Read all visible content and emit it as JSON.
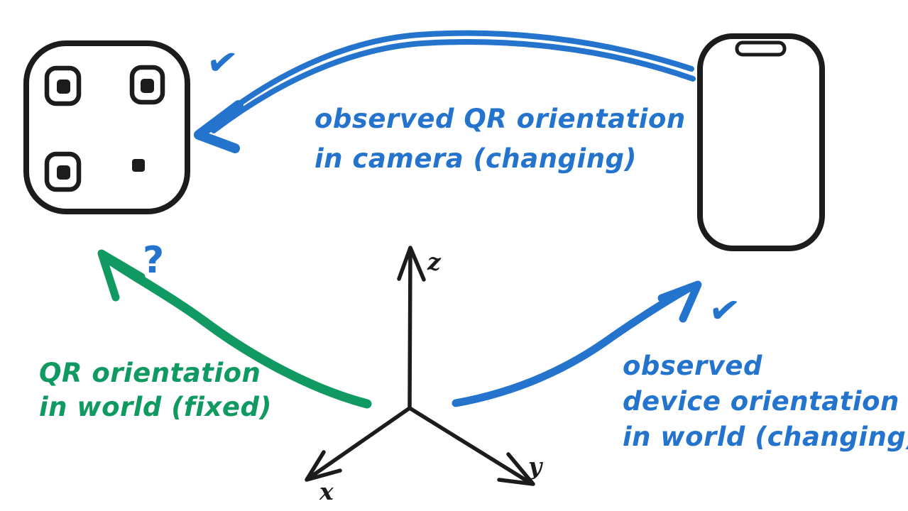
{
  "canvas": {
    "background": "#ffffff"
  },
  "colors": {
    "blue": "#2474ce",
    "green": "#109a62",
    "ink": "#1c1c1c",
    "white": "#ffffff"
  },
  "labels": {
    "camera_observation": {
      "line1": "observed QR orientation",
      "line2": "in camera (changing)"
    },
    "qr_world": {
      "line1": "QR orientation",
      "line2": "in world (fixed)"
    },
    "device_world": {
      "line1": "observed",
      "line2": "device orientation",
      "line3": "in world (changing)"
    }
  },
  "axes": {
    "x_label": "x",
    "y_label": "y",
    "z_label": "z"
  },
  "annotations": {
    "question_mark": "?",
    "checkmark_glyph": "✔"
  }
}
